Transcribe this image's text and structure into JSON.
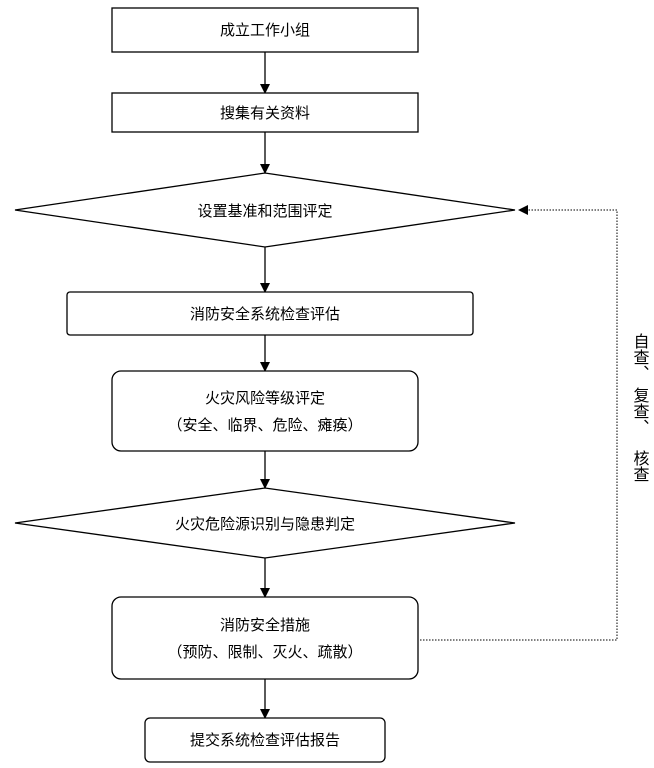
{
  "flowchart": {
    "steps": [
      {
        "id": "form-team",
        "shape": "rect",
        "lines": [
          "成立工作小组"
        ]
      },
      {
        "id": "collect-materials",
        "shape": "rect",
        "lines": [
          "搜集有关资料"
        ]
      },
      {
        "id": "set-criteria",
        "shape": "diamond",
        "lines": [
          "设置基准和范围评定"
        ]
      },
      {
        "id": "system-inspection",
        "shape": "rect",
        "lines": [
          "消防安全系统检查评估"
        ]
      },
      {
        "id": "risk-grading",
        "shape": "rounded-rect",
        "lines": [
          "火灾风险等级评定",
          "（安全、临界、危险、瘫痪）"
        ]
      },
      {
        "id": "hazard-identification",
        "shape": "diamond",
        "lines": [
          "火灾危险源识别与隐患判定"
        ]
      },
      {
        "id": "safety-measures",
        "shape": "rounded-rect",
        "lines": [
          "消防安全措施",
          "（预防、限制、灭火、疏散）"
        ]
      },
      {
        "id": "submit-report",
        "shape": "rounded-rect",
        "lines": [
          "提交系统检查评估报告"
        ]
      }
    ],
    "feedback_loop": {
      "from": "safety-measures",
      "to": "set-criteria",
      "label_lines": [
        "自查、",
        "复查、",
        "核查"
      ]
    },
    "colors": {
      "stroke": "#000000",
      "text": "#000000",
      "background": "#ffffff"
    }
  }
}
